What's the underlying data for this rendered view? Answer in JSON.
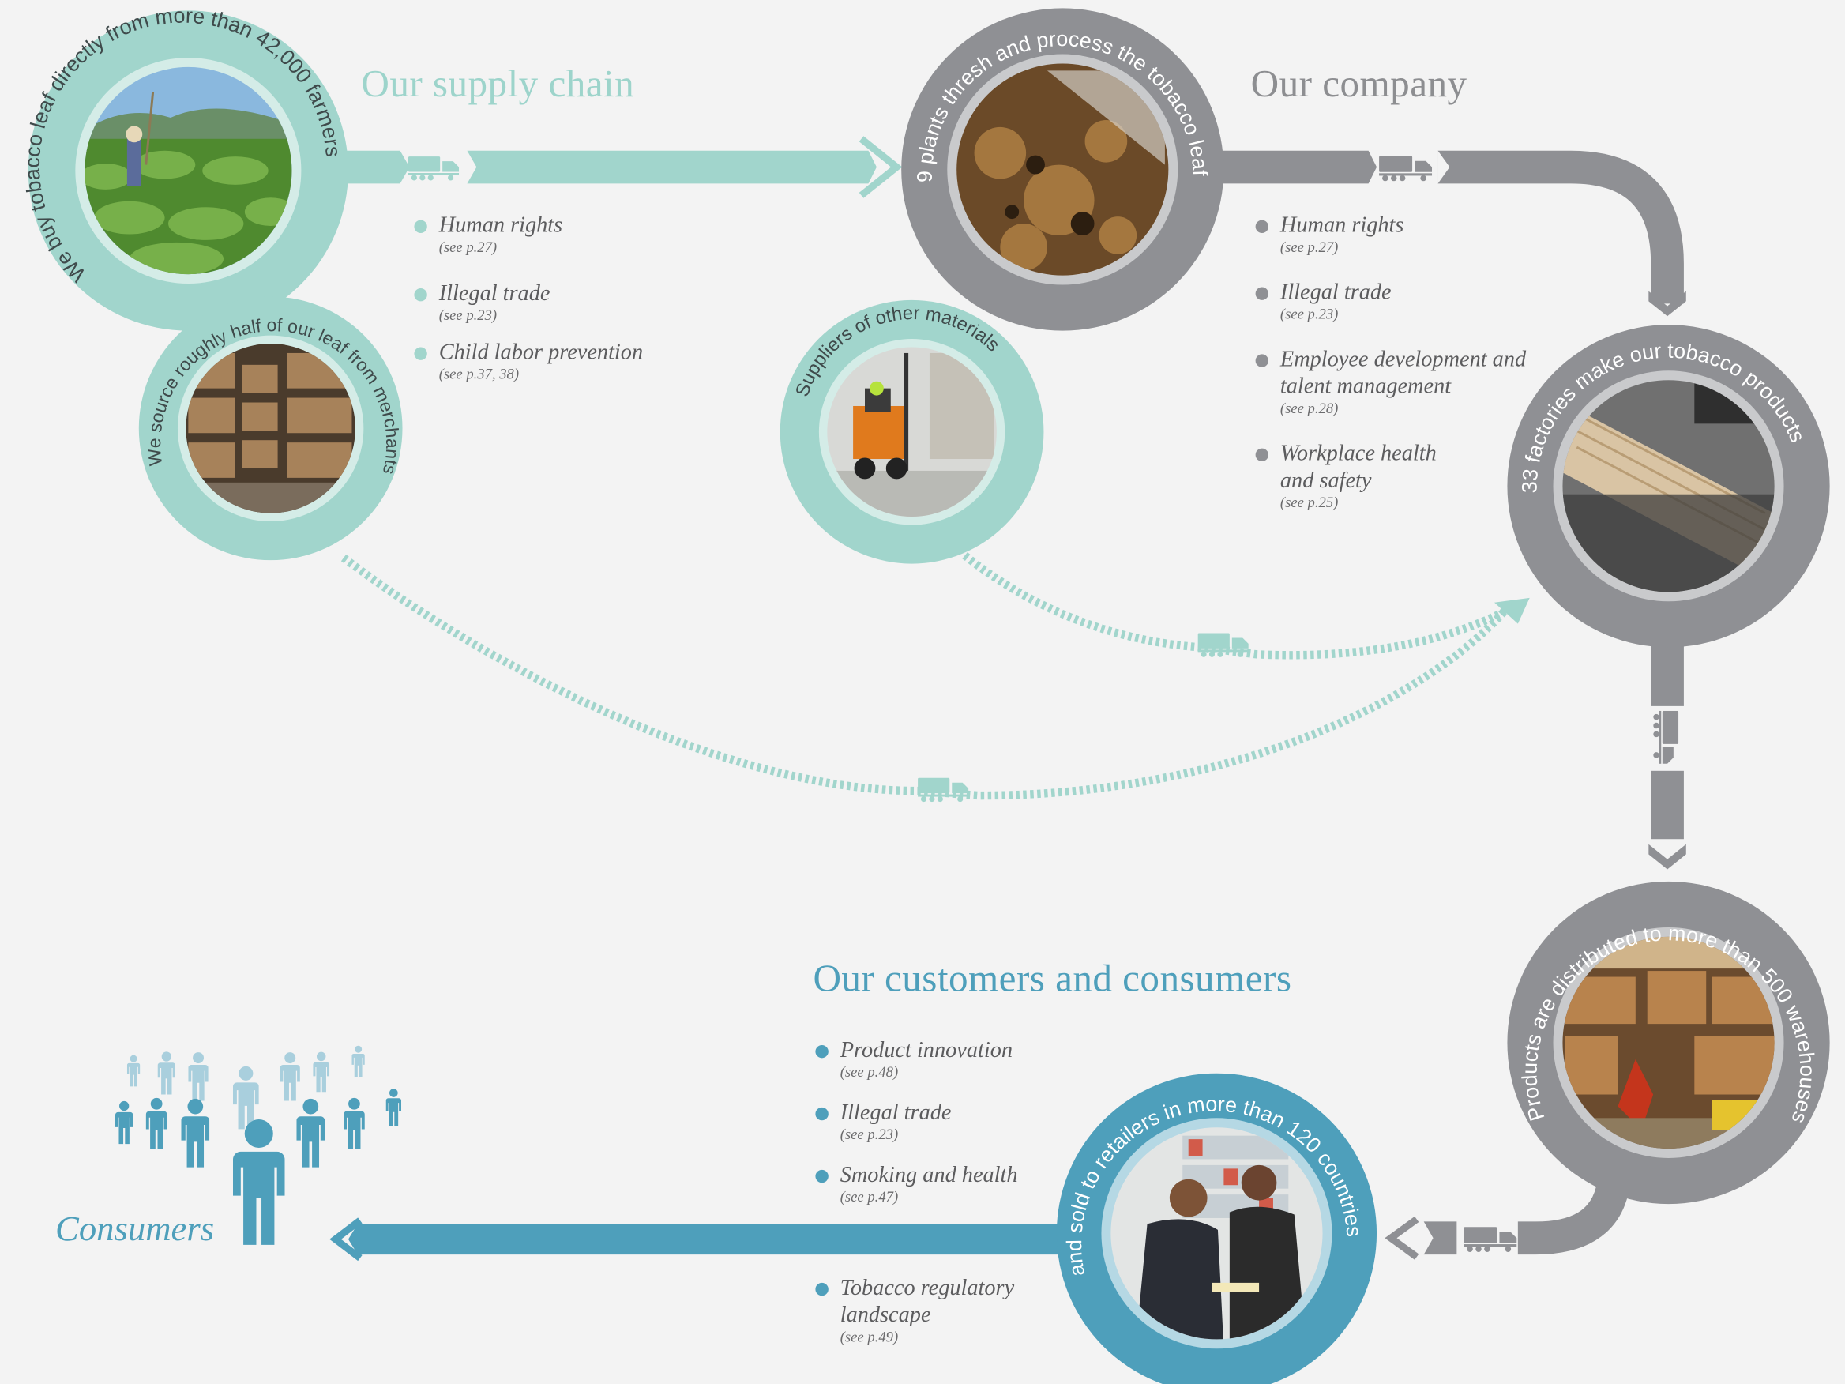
{
  "colors": {
    "supply": "#a1d5cc",
    "company": "#8f9094",
    "customer": "#4e9fbb",
    "background": "#f3f3f3"
  },
  "sections": {
    "supply_chain": {
      "title": "Our supply chain",
      "bullets": [
        {
          "label": "Human rights",
          "ref": "(see p.27)"
        },
        {
          "label": "Illegal trade",
          "ref": "(see p.23)"
        },
        {
          "label": "Child labor prevention",
          "ref": "(see p.37, 38)"
        }
      ]
    },
    "company": {
      "title": "Our company",
      "bullets": [
        {
          "label": "Human rights",
          "ref": "(see p.27)"
        },
        {
          "label": "Illegal trade",
          "ref": "(see p.23)"
        },
        {
          "label": "Employee development and talent management",
          "ref": "(see p.28)"
        },
        {
          "label": "Workplace health and safety",
          "ref": "(see p.25)"
        }
      ]
    },
    "customers": {
      "title": "Our customers and consumers",
      "bullets": [
        {
          "label": "Product innovation",
          "ref": "(see p.48)"
        },
        {
          "label": "Illegal trade",
          "ref": "(see p.23)"
        },
        {
          "label": "Smoking and health",
          "ref": "(see p.47)"
        }
      ],
      "extra_bullet": {
        "label": "Tobacco regulatory landscape",
        "ref": "(see p.49)"
      }
    }
  },
  "nodes": {
    "farmers": {
      "text": "We buy tobacco leaf directly from more than 42,000 farmers",
      "photo": "tobacco-field-photo"
    },
    "merchants": {
      "text": "We source roughly half of our leaf from merchants",
      "photo": "warehouse-shelves-photo"
    },
    "plants": {
      "text": "9 plants thresh and process the tobacco leaf",
      "photo": "processed-leaf-photo"
    },
    "suppliers": {
      "text": "Suppliers of other materials",
      "photo": "forklift-photo"
    },
    "factories": {
      "text": "33 factories make our tobacco products",
      "photo": "cigarette-production-photo"
    },
    "warehouses": {
      "text": "Products are distributed to more than 500 warehouses",
      "photo": "distribution-warehouse-photo"
    },
    "retailers": {
      "text": "and sold to retailers in more than 120 countries",
      "photo": "retail-store-photo"
    }
  },
  "consumers": {
    "label": "Consumers",
    "icon": "people-crowd-icon"
  },
  "icons": {
    "transport": "truck-icon",
    "flow": "chevron-arrow-icon"
  }
}
